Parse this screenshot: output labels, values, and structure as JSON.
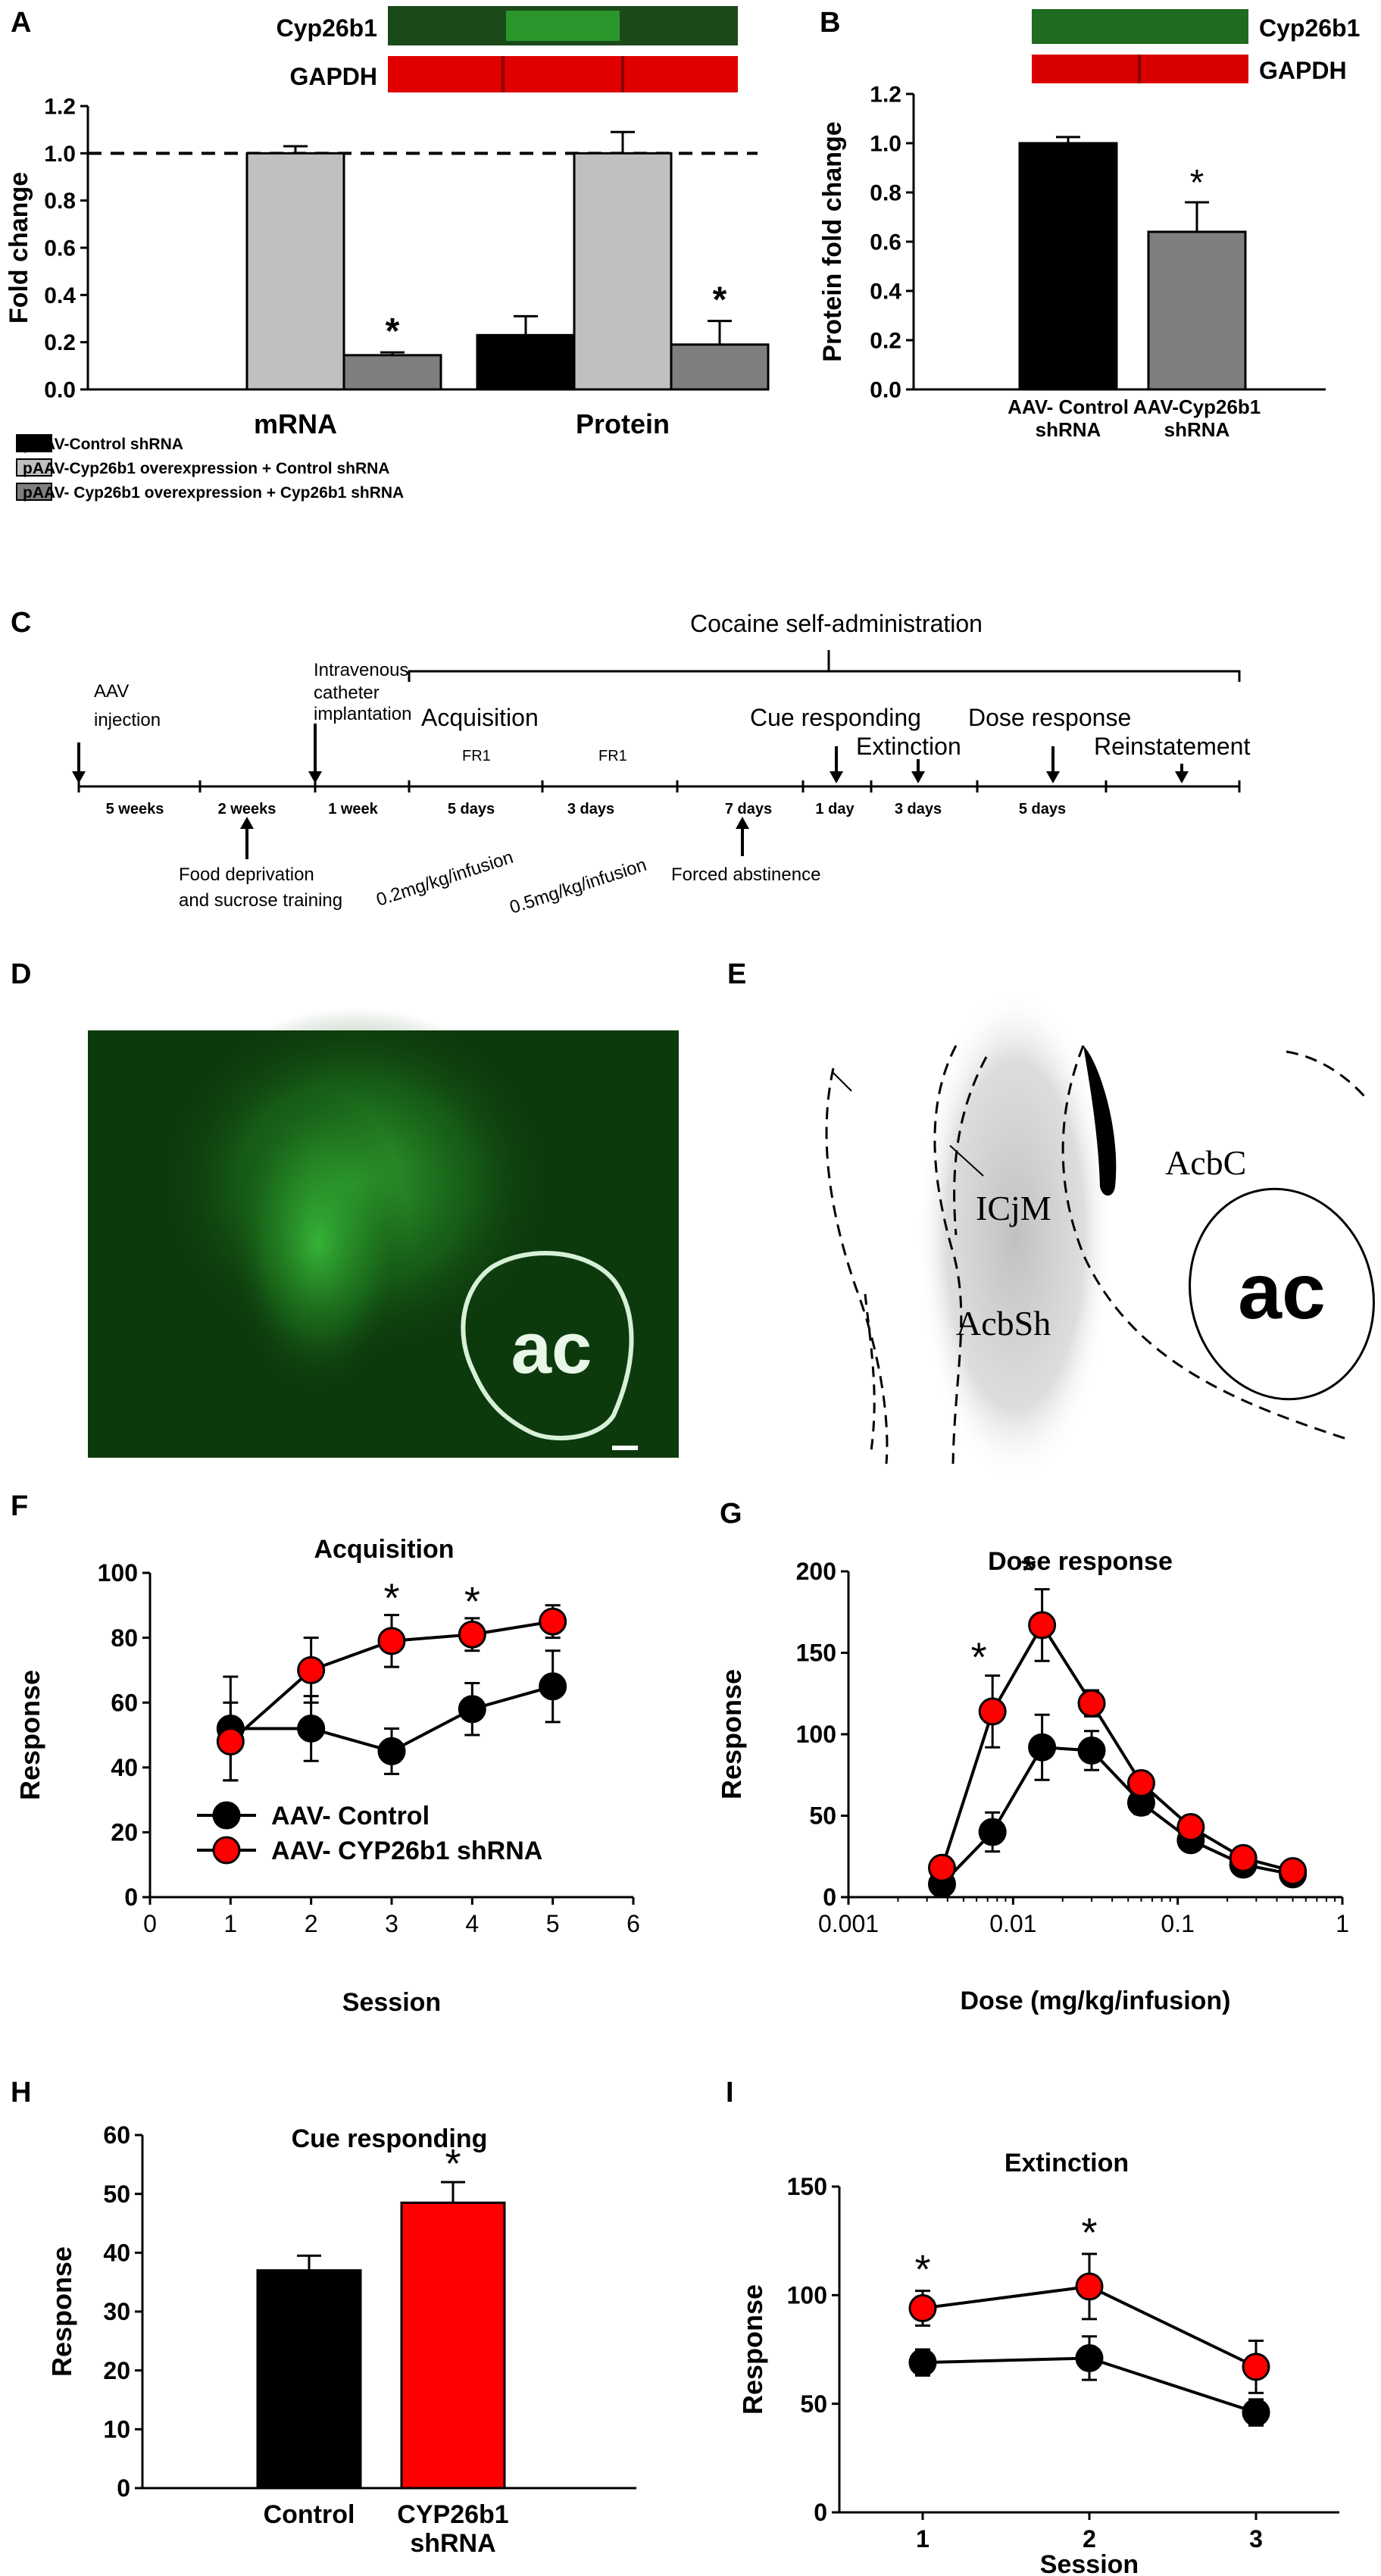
{
  "panels": {
    "A": "A",
    "B": "B",
    "C": "C",
    "D": "D",
    "E": "E",
    "F": "F",
    "G": "G",
    "H": "H",
    "I": "I"
  },
  "blots": {
    "cyp": "Cyp26b1",
    "gapdh": "GAPDH"
  },
  "colors": {
    "black": "#000000",
    "light": "#c0c0c0",
    "mid": "#7f7f7f",
    "red": "#ff0000",
    "blot_green": "#1f6b1f",
    "blot_red": "#e00000",
    "tissue": "#0d3a0d"
  },
  "timeline": {
    "header": "Cocaine self-administration",
    "events": [
      {
        "id": "aav",
        "label": [
          "AAV",
          "injection"
        ]
      },
      {
        "id": "catheter",
        "label": [
          "Intravenous",
          "catheter",
          "implantation"
        ]
      },
      {
        "id": "acq",
        "label": [
          "Acquisition"
        ]
      },
      {
        "id": "cue",
        "label": [
          "Cue responding"
        ]
      },
      {
        "id": "ext",
        "label": [
          "Extinction"
        ]
      },
      {
        "id": "dose",
        "label": [
          "Dose response"
        ]
      },
      {
        "id": "rein",
        "label": [
          "Reinstatement"
        ]
      }
    ],
    "durations": [
      "5 weeks",
      "2 weeks",
      "1 week",
      "5 days",
      "3 days",
      "7 days",
      "1 day",
      "3 days",
      "5 days"
    ],
    "fr": [
      "FR1",
      "FR1"
    ],
    "doses": [
      "0.2mg/kg/infusion",
      "0.5mg/kg/infusion"
    ],
    "below": [
      [
        "Food deprivation",
        "and sucrose training"
      ],
      [
        "Forced abstinence"
      ]
    ]
  },
  "histology": {
    "ac_label": "ac"
  },
  "atlas": {
    "labels": {
      "icjm": "ICjM",
      "acbc": "AcbC",
      "acbsh": "AcbSh",
      "ac": "ac"
    }
  },
  "chart_data": [
    {
      "panel": "A",
      "type": "bar",
      "ylabel": "Fold change",
      "ylim": [
        0,
        1.2
      ],
      "yticks": [
        "0.0",
        "0.2",
        "0.4",
        "0.6",
        "0.8",
        "1.0",
        "1.2"
      ],
      "reference_line": 1.0,
      "categories": [
        "mRNA",
        "Protein"
      ],
      "series": [
        {
          "name": "pAAV-Control shRNA",
          "values": [
            0.0,
            0.23
          ],
          "errors": [
            0.0,
            0.08
          ]
        },
        {
          "name": "pAAV-Cyp26b1 overexpression + Control shRNA",
          "values": [
            1.0,
            1.0
          ],
          "errors": [
            0.03,
            0.09
          ]
        },
        {
          "name": "pAAV- Cyp26b1 overexpression + Cyp26b1 shRNA",
          "values": [
            0.145,
            0.19
          ],
          "errors": [
            0.012,
            0.1
          ]
        }
      ],
      "significance": [
        "*",
        "*"
      ]
    },
    {
      "panel": "B",
      "type": "bar",
      "ylabel": "Protein fold change",
      "ylim": [
        0,
        1.2
      ],
      "yticks": [
        "0.0",
        "0.2",
        "0.4",
        "0.6",
        "0.8",
        "1.0",
        "1.2"
      ],
      "categories": [
        [
          "AAV- Control",
          "shRNA"
        ],
        [
          "AAV-Cyp26b1",
          "shRNA"
        ]
      ],
      "values": [
        1.0,
        0.64
      ],
      "errors": [
        0.025,
        0.12
      ],
      "significance": [
        "",
        "*"
      ]
    },
    {
      "panel": "F",
      "type": "line",
      "title": "Acquisition",
      "xlabel": "Session",
      "ylabel": "Response",
      "xlim": [
        0,
        6
      ],
      "ylim": [
        0,
        100
      ],
      "xticks": [
        "0",
        "1",
        "2",
        "3",
        "4",
        "5",
        "6"
      ],
      "yticks": [
        "0",
        "20",
        "40",
        "60",
        "80",
        "100"
      ],
      "legend": "bottom-left",
      "x": [
        1,
        2,
        3,
        4,
        5
      ],
      "series": [
        {
          "name": "AAV- Control",
          "values": [
            52,
            52,
            45,
            58,
            65
          ],
          "errors": [
            16,
            10,
            7,
            8,
            11
          ]
        },
        {
          "name": "AAV- CYP26b1 shRNA",
          "values": [
            48,
            70,
            79,
            81,
            85
          ],
          "errors": [
            12,
            10,
            8,
            5,
            5
          ]
        }
      ],
      "significance": [
        "",
        "",
        "*",
        "*",
        ""
      ]
    },
    {
      "panel": "G",
      "type": "line",
      "title": "Dose response",
      "xlabel": "Dose (mg/kg/infusion)",
      "ylabel": "Response",
      "xscale": "log",
      "xlim": [
        0.001,
        1
      ],
      "ylim": [
        0,
        200
      ],
      "xticks": [
        "0.001",
        "0.01",
        "0.1",
        "1"
      ],
      "yticks": [
        "0",
        "50",
        "100",
        "150",
        "200"
      ],
      "x": [
        0.0037,
        0.0075,
        0.015,
        0.03,
        0.06,
        0.12,
        0.25,
        0.5
      ],
      "series": [
        {
          "name": "AAV- Control",
          "values": [
            8,
            40,
            92,
            90,
            58,
            35,
            20,
            14
          ],
          "errors": [
            4,
            12,
            20,
            12,
            7,
            5,
            4,
            3
          ]
        },
        {
          "name": "AAV- CYP26b1 shRNA",
          "values": [
            18,
            114,
            167,
            119,
            70,
            43,
            24,
            16
          ],
          "errors": [
            4,
            22,
            22,
            8,
            6,
            5,
            4,
            3
          ]
        }
      ],
      "significance": [
        "",
        "*",
        "*",
        "",
        "",
        "",
        "",
        ""
      ]
    },
    {
      "panel": "H",
      "type": "bar",
      "title": "Cue responding",
      "ylabel": "Response",
      "ylim": [
        0,
        60
      ],
      "yticks": [
        "0",
        "10",
        "20",
        "30",
        "40",
        "50",
        "60"
      ],
      "categories": [
        [
          "Control"
        ],
        [
          "CYP26b1",
          "shRNA"
        ]
      ],
      "values": [
        37,
        48.5
      ],
      "errors": [
        2.5,
        3.5
      ],
      "significance": [
        "",
        "*"
      ]
    },
    {
      "panel": "I",
      "type": "line",
      "title": "Extinction",
      "xlabel": "Session",
      "ylabel": "Response",
      "xlim": [
        0.5,
        3.5
      ],
      "ylim": [
        0,
        150
      ],
      "xticks": [
        "1",
        "2",
        "3"
      ],
      "yticks": [
        "0",
        "50",
        "100",
        "150"
      ],
      "x": [
        1,
        2,
        3
      ],
      "series": [
        {
          "name": "AAV- Control",
          "values": [
            69,
            71,
            46
          ],
          "errors": [
            6,
            10,
            6
          ]
        },
        {
          "name": "AAV- CYP26b1 shRNA",
          "values": [
            94,
            104,
            67
          ],
          "errors": [
            8,
            15,
            12
          ]
        }
      ],
      "significance": [
        "*",
        "*",
        ""
      ]
    }
  ]
}
